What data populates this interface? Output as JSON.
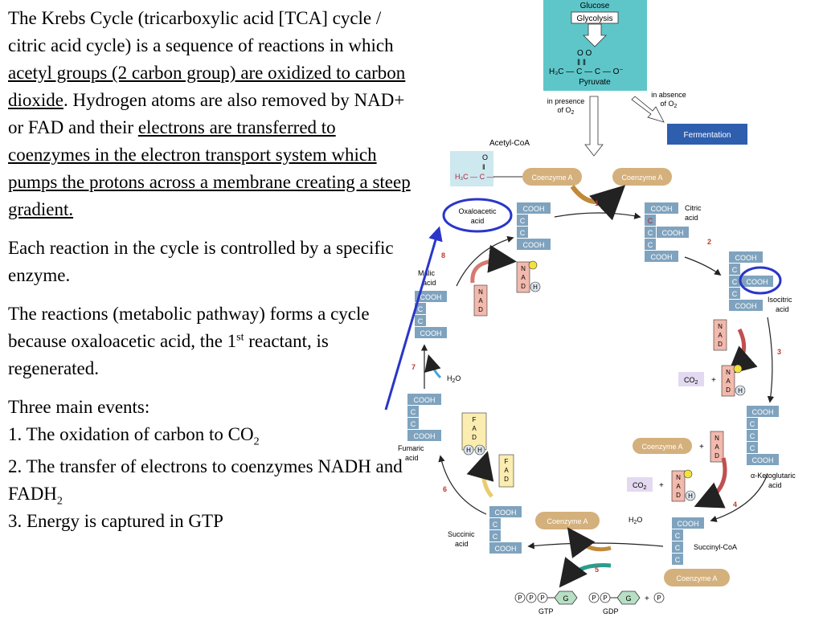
{
  "text": {
    "p1_a": "The Krebs Cycle (tricarboxylic acid [TCA] cycle / citric acid cycle) is a sequence of reactions in which ",
    "p1_u1": "acetyl groups (2 carbon group) are oxidized to carbon dioxide",
    "p1_b": ". Hydrogen atoms are also removed by NAD+ or FAD and their ",
    "p1_u2": "electrons are transferred to coenzymes in the electron transport system which pumps the protons across a membrane creating a steep gradient.",
    "p2": "Each reaction in the cycle is controlled by a specific enzyme.",
    "p3_a": "The reactions (metabolic pathway) forms a cycle because oxaloacetic acid, the 1",
    "p3_sup": "st",
    "p3_b": " reactant, is regenerated.",
    "p4": "Three main events:",
    "e1_a": "1. The oxidation of carbon to CO",
    "e1_sub": "2",
    "e2_a": "2.  The transfer of electrons to coenzymes NADH and FADH",
    "e2_sub": "2",
    "e3": "3. Energy is captured in GTP"
  },
  "diagram": {
    "glucose": "Glucose",
    "glycolysis": "Glycolysis",
    "pyruvate": "Pyruvate",
    "in_presence": "in presence",
    "of_o2": "of O",
    "in_absence": "in absence",
    "fermentation": "Fermentation",
    "acetyl_coa": "Acetyl-CoA",
    "coenzyme_a": "Coenzyme A",
    "oxaloacetic": "Oxaloacetic",
    "acid": "acid",
    "citric": "Citric",
    "isocitric": "Isocitric",
    "ketoglutaric": "α-Ketoglutaric",
    "succinyl_coa": "Succinyl-CoA",
    "succinic": "Succinic",
    "fumaric": "Fumaric",
    "malic": "Malic",
    "cooh": "COOH",
    "c": "C",
    "co2": "CO",
    "h2o": "H",
    "gtp": "GTP",
    "gdp": "GDP",
    "steps": [
      "1",
      "2",
      "3",
      "4",
      "5",
      "6",
      "7",
      "8"
    ]
  },
  "colors": {
    "accent_blue": "#2a36c8",
    "box_blue": "#7fa3be",
    "pyruvate_bg": "#5ec6c9",
    "fermentation_bg": "#2e5eae",
    "coenzyme_bg": "#d4b07c",
    "nad_bg": "#f2b9ad",
    "fad_bg": "#fbecb0",
    "step_red": "#c0392b"
  }
}
